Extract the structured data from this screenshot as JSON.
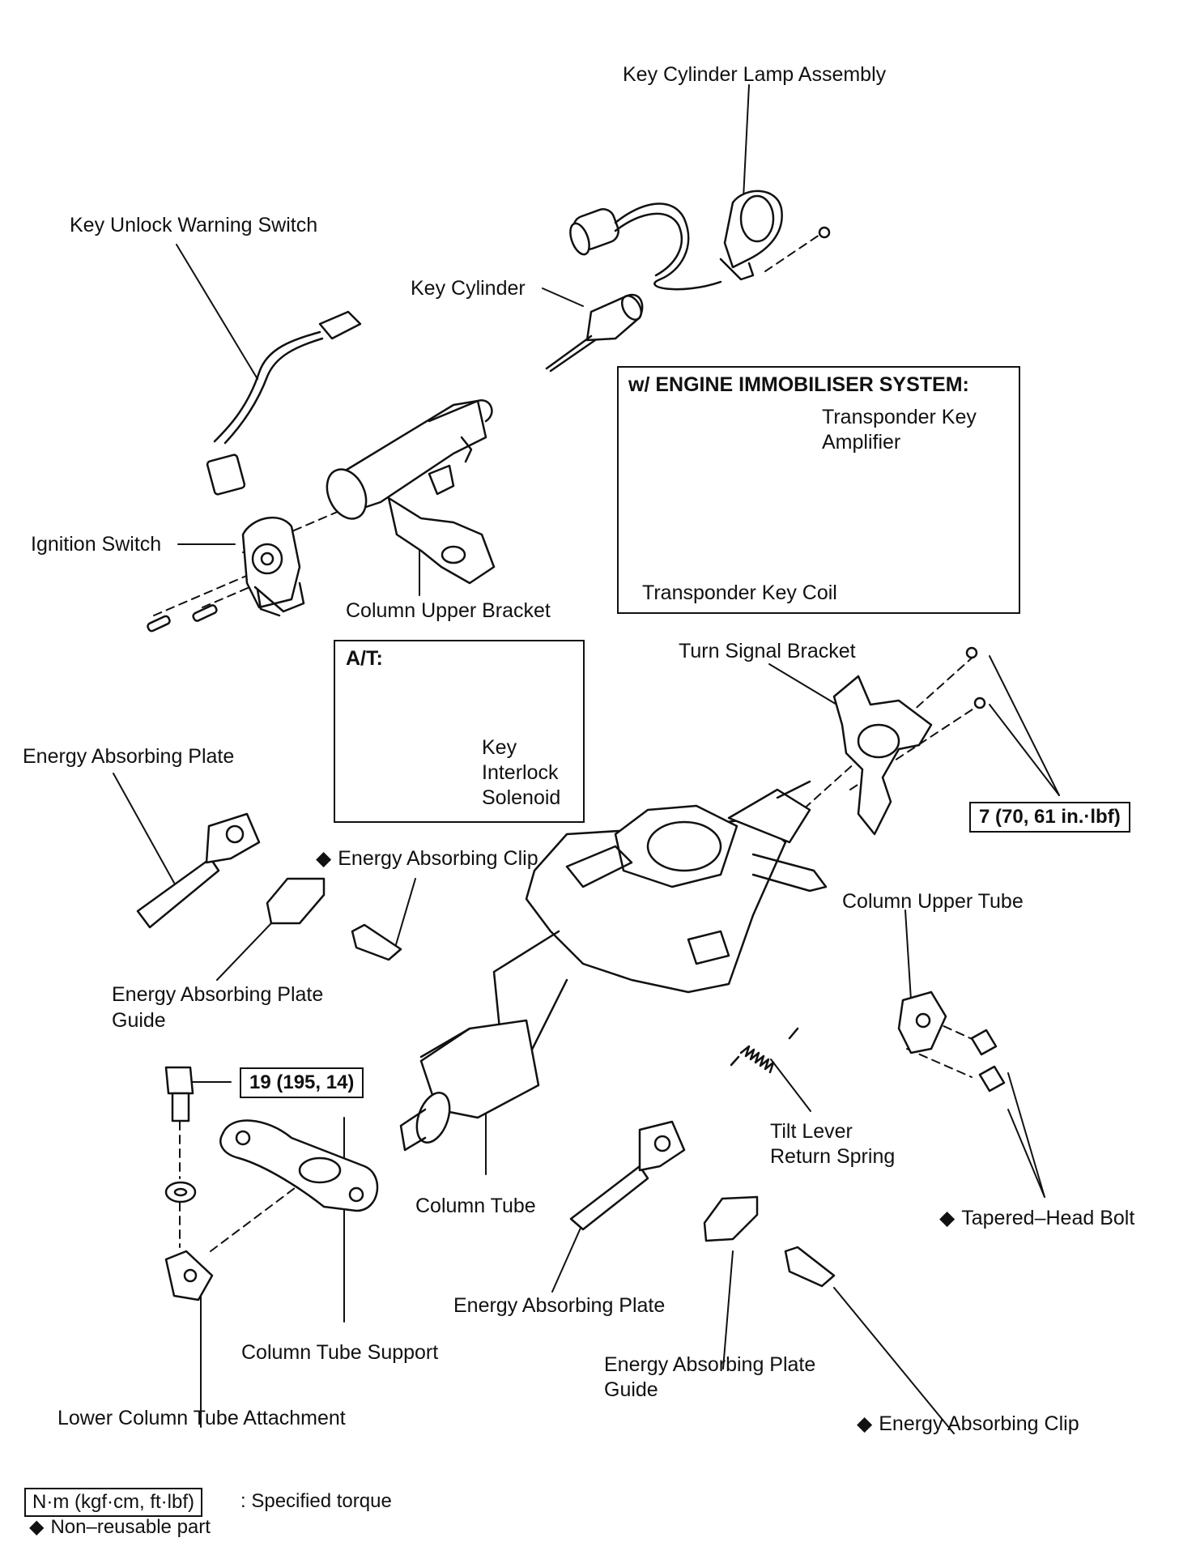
{
  "labels": {
    "key_cylinder_lamp_assembly": "Key Cylinder Lamp Assembly",
    "key_unlock_warning_switch": "Key Unlock Warning Switch",
    "key_cylinder": "Key Cylinder",
    "ignition_switch": "Ignition Switch",
    "column_upper_bracket": "Column Upper Bracket",
    "turn_signal_bracket": "Turn Signal Bracket",
    "energy_absorbing_plate_1": "Energy Absorbing Plate",
    "energy_absorbing_clip_1": "Energy Absorbing Clip",
    "energy_absorbing_plate_guide_1_line1": "Energy Absorbing Plate",
    "energy_absorbing_plate_guide_1_line2": "Guide",
    "column_upper_tube": "Column Upper Tube",
    "tilt_lever_return_spring_line1": "Tilt Lever",
    "tilt_lever_return_spring_line2": "Return Spring",
    "column_tube": "Column Tube",
    "tapered_head_bolt": "Tapered–Head Bolt",
    "column_tube_support": "Column Tube Support",
    "lower_column_tube_attachment": "Lower Column Tube Attachment",
    "energy_absorbing_plate_2": "Energy Absorbing Plate",
    "energy_absorbing_plate_guide_2_line1": "Energy Absorbing Plate",
    "energy_absorbing_plate_guide_2_line2": "Guide",
    "energy_absorbing_clip_2": "Energy Absorbing Clip"
  },
  "immobiliser_box": {
    "title": "w/ ENGINE IMMOBILISER SYSTEM:",
    "amplifier_line1": "Transponder Key",
    "amplifier_line2": "Amplifier",
    "coil": "Transponder Key Coil"
  },
  "at_box": {
    "title": "A/T:",
    "solenoid_line1": "Key",
    "solenoid_line2": "Interlock",
    "solenoid_line3": "Solenoid"
  },
  "torques": {
    "turn_signal_bracket_bolts": "7 (70, 61 in.·lbf)",
    "column_tube_support_bolt": "19 (195, 14)"
  },
  "legend": {
    "torque_units": "N·m (kgf·cm, ft·lbf)",
    "torque_desc": ": Specified torque",
    "non_reusable": "Non–reusable part"
  }
}
